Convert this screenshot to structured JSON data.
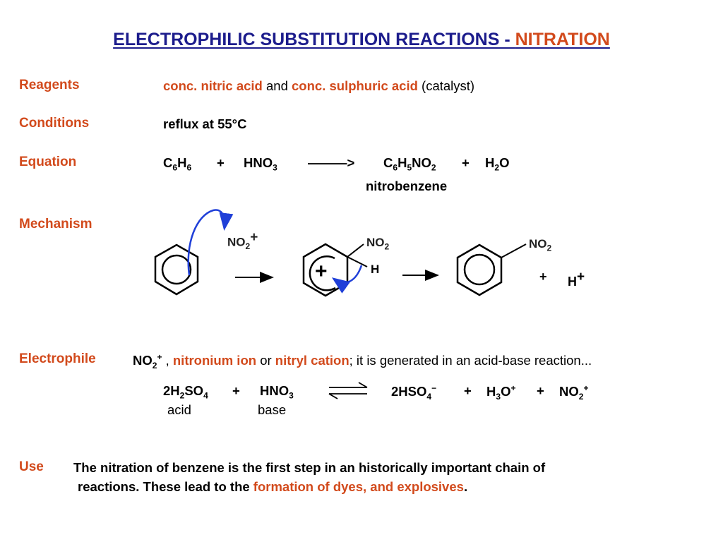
{
  "title": {
    "main": "ELECTROPHILIC SUBSTITUTION REACTIONS - ",
    "accent": "NITRATION"
  },
  "reagents": {
    "label": "Reagents",
    "part1": "conc. nitric acid",
    "part2": " and ",
    "part3": "conc. sulphuric acid",
    "part4": " (catalyst)"
  },
  "conditions": {
    "label": "Conditions",
    "value": "reflux at 55°C"
  },
  "equation": {
    "label": "Equation",
    "r1_c": "C",
    "r1_6a": "6",
    "r1_h": "H",
    "r1_6b": "6",
    "plus1": "+",
    "r2": "HNO",
    "r2_3": "3",
    "arrow": "———>",
    "p1_c": "C",
    "p1_6": "6",
    "p1_h": "H",
    "p1_5": "5",
    "p1_no": "NO",
    "p1_2": "2",
    "plus2": "+",
    "p2_h": "H",
    "p2_2": "2",
    "p2_o": "O",
    "product_name": "nitrobenzene"
  },
  "mechanism": {
    "label": "Mechanism",
    "no2_plus": {
      "no": "NO",
      "sub": "2",
      "sup": "+"
    },
    "intermediate_plus": "+",
    "intermediate_no2": {
      "no": "NO",
      "sub": "2"
    },
    "intermediate_h": "H",
    "product_no2": {
      "no": "NO",
      "sub": "2"
    },
    "product_plus": "+",
    "product_h": {
      "h": "H",
      "sup": "+"
    }
  },
  "electrophile": {
    "label": "Electrophile",
    "no2": "NO",
    "no2_sub": "2",
    "no2_sup": "+",
    "sep1": " , ",
    "name1": "nitronium ion",
    "or": " or ",
    "name2": "nitryl cation",
    "rest": ";  it is generated in an acid-base reaction...",
    "eq": {
      "a_coef": "2H",
      "a_sub1": "2",
      "a_so": "SO",
      "a_sub2": "4",
      "plus1": "+",
      "b": "HNO",
      "b_sub": "3",
      "c": "2HSO",
      "c_sub": "4",
      "c_sup": "−",
      "plus2": "+",
      "d": "H",
      "d_sub": "3",
      "d_o": "O",
      "d_sup": "+",
      "plus3": "+",
      "e": "NO",
      "e_sub": "2",
      "e_sup": "+"
    },
    "acid": "acid",
    "base": "base"
  },
  "use": {
    "label": "Use",
    "line1": "The nitration of benzene is the first step in an historically important chain of",
    "line2a": "reactions.  These lead to the ",
    "line2b": "formation of dyes, and explosives",
    "line2c": "."
  },
  "colors": {
    "title": "#1c1c8c",
    "accent": "#d24a1c",
    "arrow_blue": "#1f3fd8"
  }
}
